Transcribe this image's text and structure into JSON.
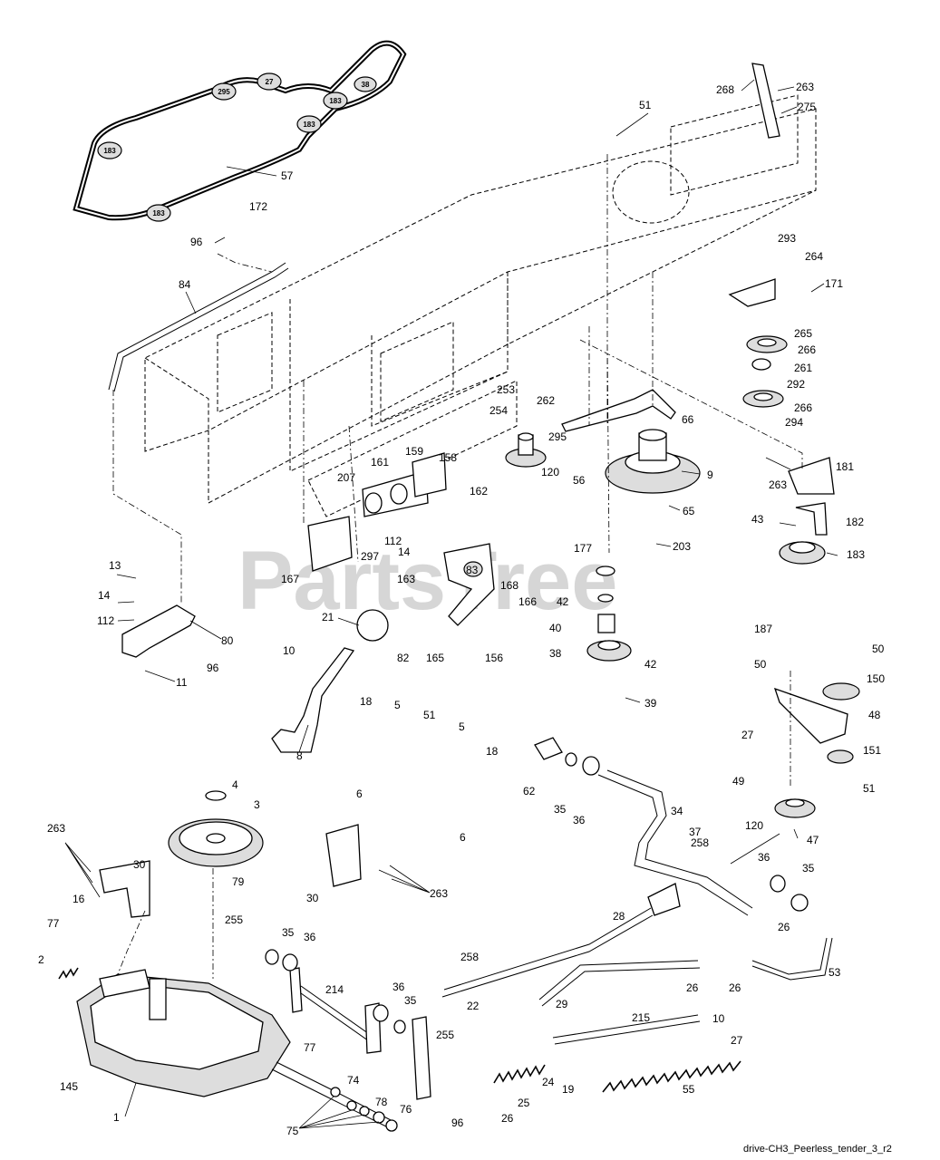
{
  "watermark": "PartsTree",
  "footer_code": "drive-CH3_Peerless_tender_3_r2",
  "belt_pulley_labels": [
    "183",
    "295",
    "27",
    "38",
    "183",
    "183",
    "183"
  ],
  "callouts": [
    "57",
    "51",
    "268",
    "263",
    "275",
    "172",
    "96",
    "84",
    "293",
    "264",
    "171",
    "265",
    "266",
    "261",
    "292",
    "266",
    "294",
    "253",
    "254",
    "262",
    "295",
    "120",
    "56",
    "66",
    "9",
    "159",
    "158",
    "161",
    "207",
    "162",
    "181",
    "263",
    "65",
    "43",
    "182",
    "203",
    "183",
    "112",
    "14",
    "297",
    "167",
    "163",
    "177",
    "83",
    "168",
    "166",
    "42",
    "13",
    "14",
    "112",
    "80",
    "21",
    "82",
    "165",
    "156",
    "40",
    "38",
    "187",
    "42",
    "96",
    "10",
    "11",
    "39",
    "8",
    "18",
    "5",
    "51",
    "5",
    "18",
    "50",
    "50",
    "150",
    "27",
    "48",
    "62",
    "35",
    "36",
    "34",
    "151",
    "6",
    "6",
    "4",
    "3",
    "49",
    "51",
    "47",
    "37",
    "120",
    "263",
    "30",
    "30",
    "263",
    "258",
    "16",
    "79",
    "36",
    "35",
    "77",
    "255",
    "35",
    "36",
    "28",
    "26",
    "2",
    "258",
    "26",
    "53",
    "214",
    "36",
    "35",
    "22",
    "29",
    "215",
    "10",
    "26",
    "255",
    "145",
    "77",
    "74",
    "24",
    "19",
    "27",
    "1",
    "96",
    "26",
    "25",
    "55",
    "78",
    "76",
    "75"
  ]
}
